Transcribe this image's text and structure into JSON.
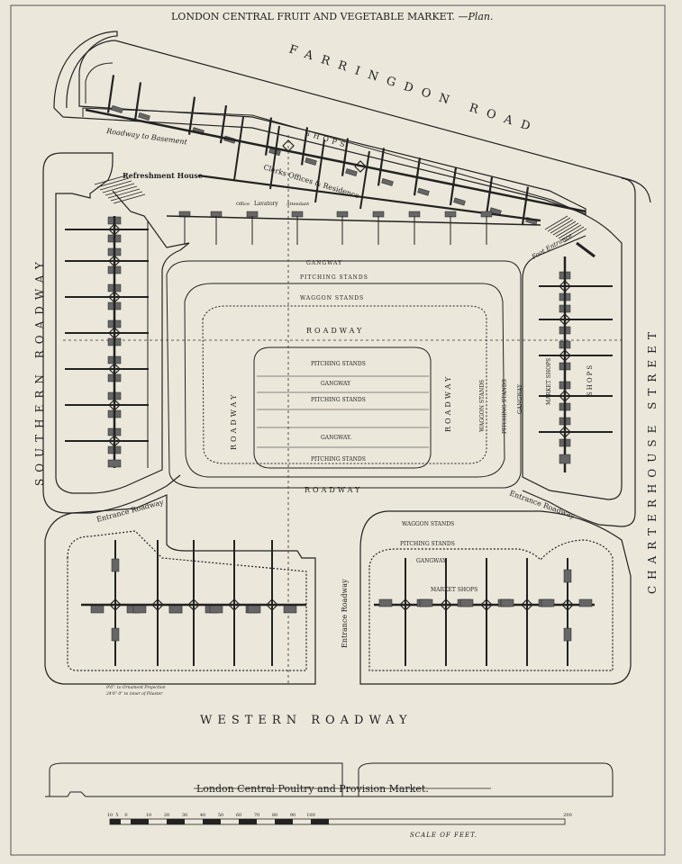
{
  "title": {
    "main": "LONDON CENTRAL FRUIT AND VEGETABLE MARKET.",
    "sub": "—Plan."
  },
  "streets": {
    "north": "FARRINGDON ROAD",
    "west": "SOUTHERN ROADWAY",
    "east": "CHARTERHOUSE STREET",
    "south": "WESTERN ROADWAY"
  },
  "labels": {
    "roadway_to_basement": "Roadway to Basement",
    "shops": "SHOPS",
    "clerks_offices": "Clerks Offices & Residence",
    "refreshment_house": "Refreshment House",
    "lavatory": "Lavatory",
    "office": "Office",
    "attendant": "Attendant",
    "foot_entrance": "Foot Entrance",
    "gangway_top": "GANGWAY",
    "pitching_stands_top": "PITCHING STANDS",
    "waggon_stands_top": "WAGGON STANDS",
    "roadway_top": "ROADWAY",
    "center_pitching_1": "PITCHING STANDS",
    "center_gangway_1": "GANGWAY",
    "center_pitching_2": "PITCHING STANDS",
    "center_gangway_2": "GANGWAY.",
    "center_pitching_3": "PITCHING STANDS",
    "roadway_left": "ROADWAY",
    "roadway_right": "ROADWAY",
    "roadway_bottom": "ROADWAY",
    "waggon_stands_right": "WAGGON STANDS",
    "pitching_stands_right": "PITCHING STANDS",
    "gangway_right": "GANGWAY",
    "market_shops_right": "MARKET SHOPS",
    "shops_right": "SHOPS",
    "entrance_roadway_left": "Entrance Roadway",
    "entrance_roadway_right": "Entrance Roadway",
    "entrance_roadway_center": "Entrance Roadway",
    "waggon_stands_br": "WAGGON STANDS",
    "pitching_stands_br": "PITCHING STANDS",
    "gangway_br": "GANGWAY",
    "market_shops_br": "MARKET SHOPS",
    "note_1": "9'6\". to Ornament Projection",
    "note_2": "24'6\" 0\" to inner of Pilaster",
    "poultry_market": "London Central Poultry and Provision Market."
  },
  "scale_bar": {
    "ticks": [
      "10",
      "5",
      "0",
      "10",
      "20",
      "30",
      "40",
      "50",
      "60",
      "70",
      "80",
      "90",
      "100",
      "200"
    ],
    "caption": "SCALE OF FEET."
  }
}
